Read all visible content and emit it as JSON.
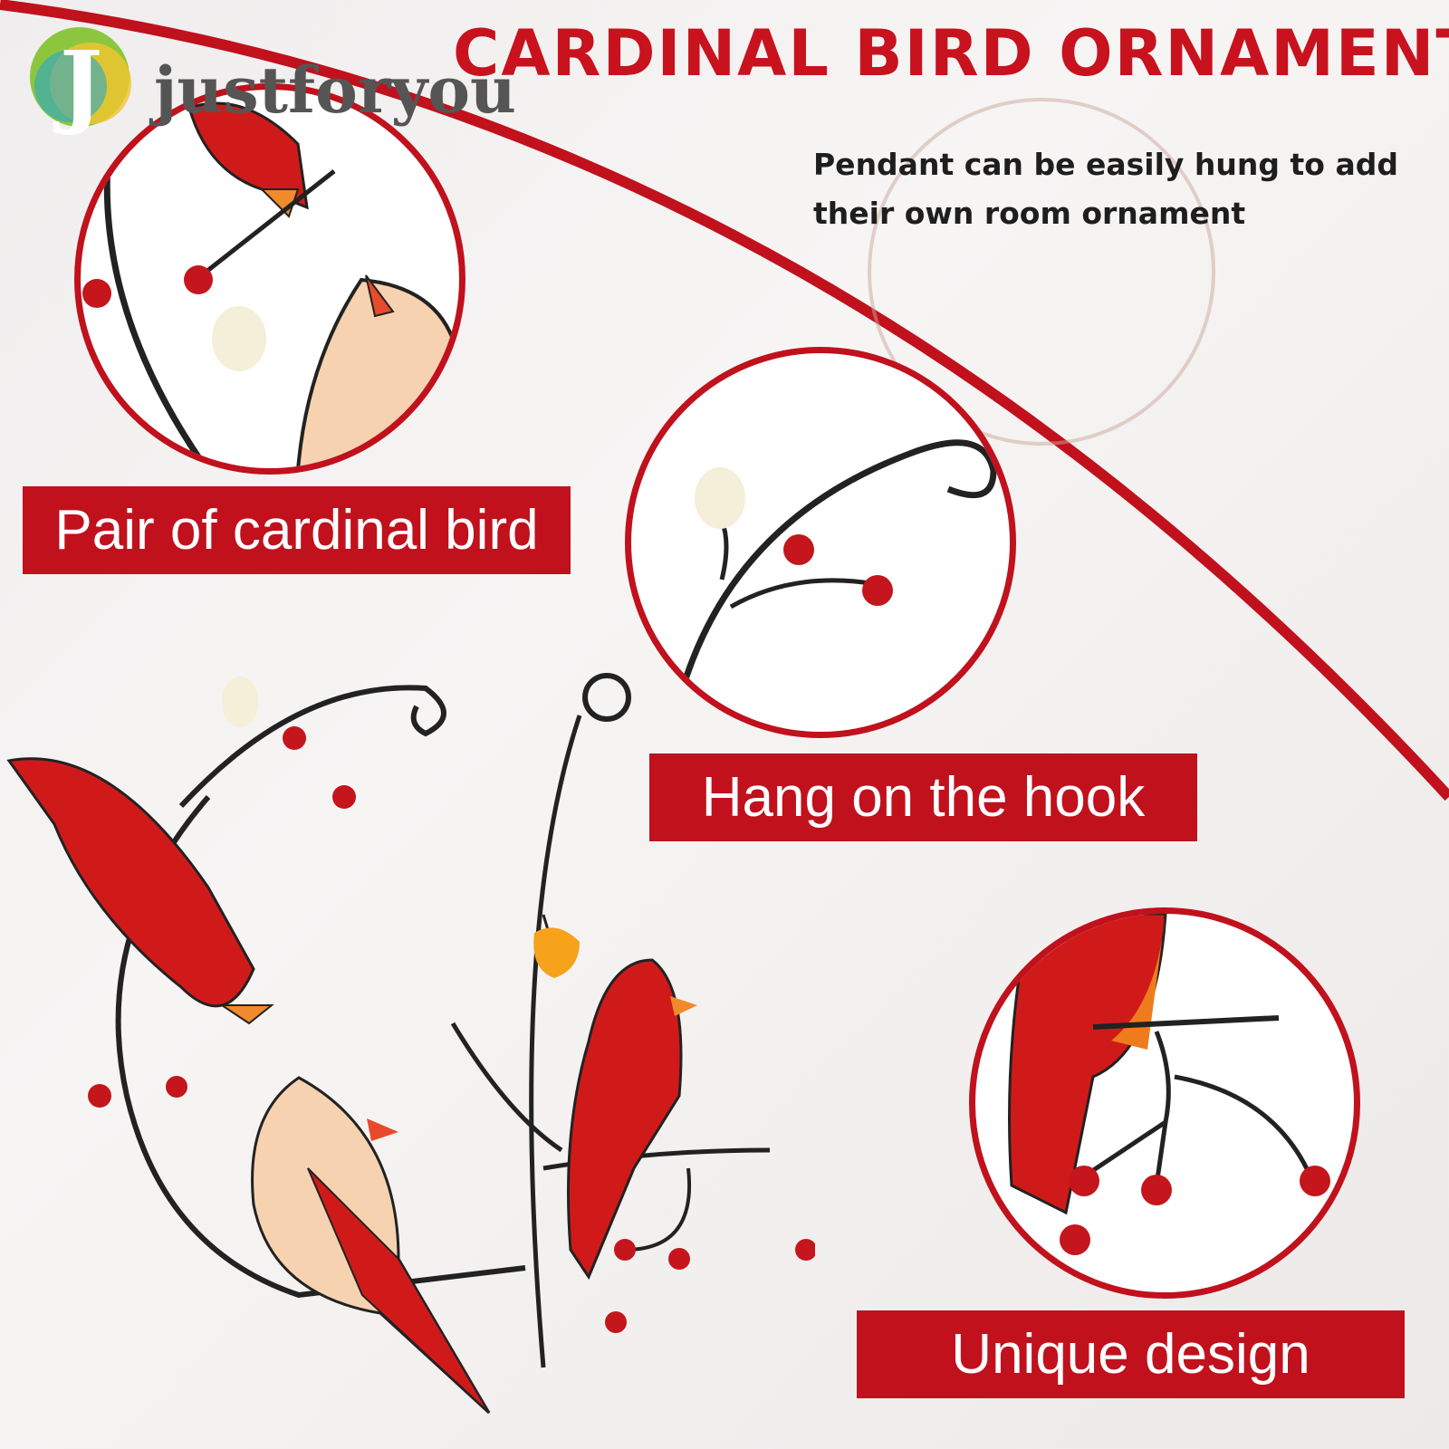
{
  "brand": {
    "logo_letter": "J",
    "name": "justforyou"
  },
  "title": "CARDINAL BIRD ORNAMENT",
  "subtitle": {
    "line1": "Pendant can be easily hung to add",
    "line2": "their own room ornament"
  },
  "features": [
    {
      "label": "Pair of cardinal bird"
    },
    {
      "label": "Hang on the hook"
    },
    {
      "label": "Unique design"
    }
  ],
  "colors": {
    "accent": "#c0111d",
    "bird_red": "#d01a1a",
    "bird_tan": "#f6d2b0",
    "branch": "#222222"
  }
}
